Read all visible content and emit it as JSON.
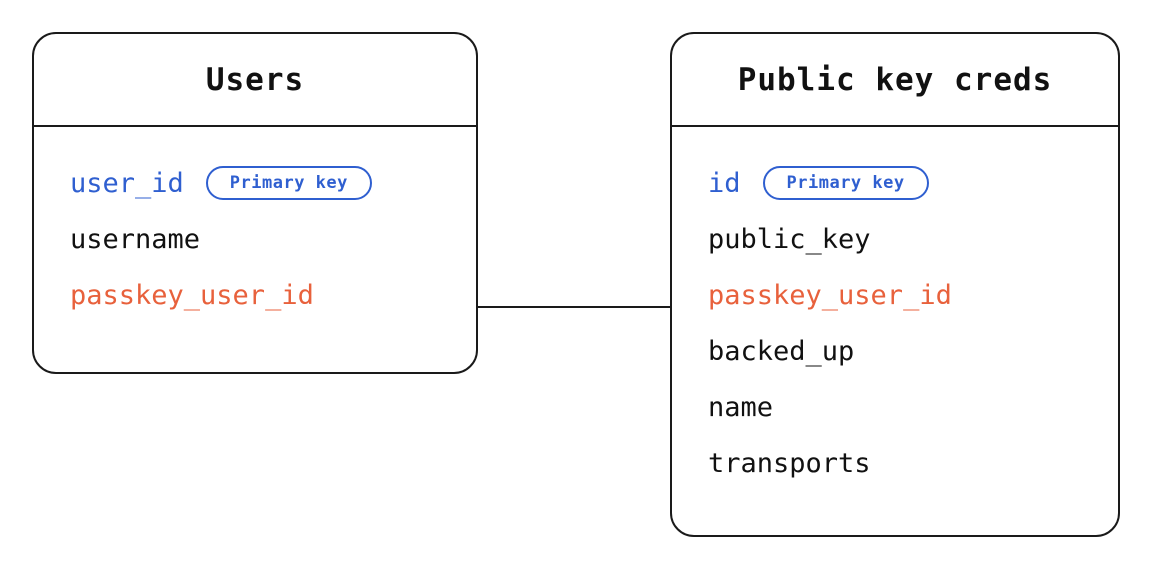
{
  "diagram": {
    "type": "entity-relationship-diagram",
    "colors": {
      "primary_key_text": "#2f5fd0",
      "foreign_key_text": "#e8613c",
      "default_text": "#111111",
      "border": "#1a1a1a",
      "background": "#ffffff"
    },
    "entities": [
      {
        "id": "users",
        "title": "Users",
        "fields": [
          {
            "name": "user_id",
            "role": "primary",
            "badge": "Primary key"
          },
          {
            "name": "username",
            "role": "default",
            "badge": null
          },
          {
            "name": "passkey_user_id",
            "role": "foreign",
            "badge": null
          }
        ]
      },
      {
        "id": "public_key_creds",
        "title": "Public key creds",
        "fields": [
          {
            "name": "id",
            "role": "primary",
            "badge": "Primary key"
          },
          {
            "name": "public_key",
            "role": "default",
            "badge": null
          },
          {
            "name": "passkey_user_id",
            "role": "foreign",
            "badge": null
          },
          {
            "name": "backed_up",
            "role": "default",
            "badge": null
          },
          {
            "name": "name",
            "role": "default",
            "badge": null
          },
          {
            "name": "transports",
            "role": "default",
            "badge": null
          }
        ]
      }
    ],
    "relationships": [
      {
        "id": "users-to-public-key-creds",
        "from": "users",
        "to": "public_key_creds",
        "style": "solid-line"
      }
    ]
  }
}
